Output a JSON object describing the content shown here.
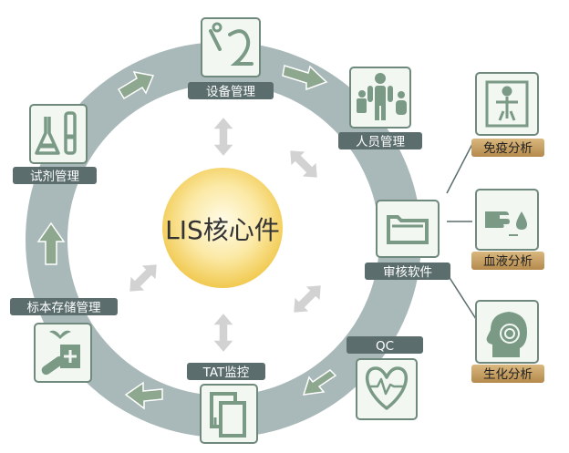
{
  "center": {
    "label": "LIS核心件"
  },
  "ring_nodes": [
    {
      "key": "equipment",
      "label": "设备管理",
      "icon": "flask-tube-icon"
    },
    {
      "key": "personnel",
      "label": "人员管理",
      "icon": "people-icon"
    },
    {
      "key": "review",
      "label": "审核软件",
      "icon": "folder-icon"
    },
    {
      "key": "qc",
      "label": "QC",
      "icon": "heart-pulse-icon"
    },
    {
      "key": "tat",
      "label": "TAT监控",
      "icon": "document-icon"
    },
    {
      "key": "specimen",
      "label": "标本存储管理",
      "icon": "medicine-icon"
    },
    {
      "key": "reagent",
      "label": "试剂管理",
      "icon": "beaker-icon"
    }
  ],
  "side_nodes": [
    {
      "key": "immuno",
      "label": "免疫分析",
      "icon": "xray-body-icon"
    },
    {
      "key": "blood",
      "label": "血液分析",
      "icon": "finger-drop-icon"
    },
    {
      "key": "biochem",
      "label": "生化分析",
      "icon": "head-spiral-icon"
    }
  ],
  "colors": {
    "ring": "#a9b8b8",
    "node_fill": "#f2f7f2",
    "node_border": "#6f8a7c",
    "label_bg": "#5b6d6d",
    "side_label_bg": "#c9a46a",
    "arrow": "#8ea88f",
    "inner_arrow": "#d2d2d2",
    "center_glow": "#f7d64a"
  }
}
